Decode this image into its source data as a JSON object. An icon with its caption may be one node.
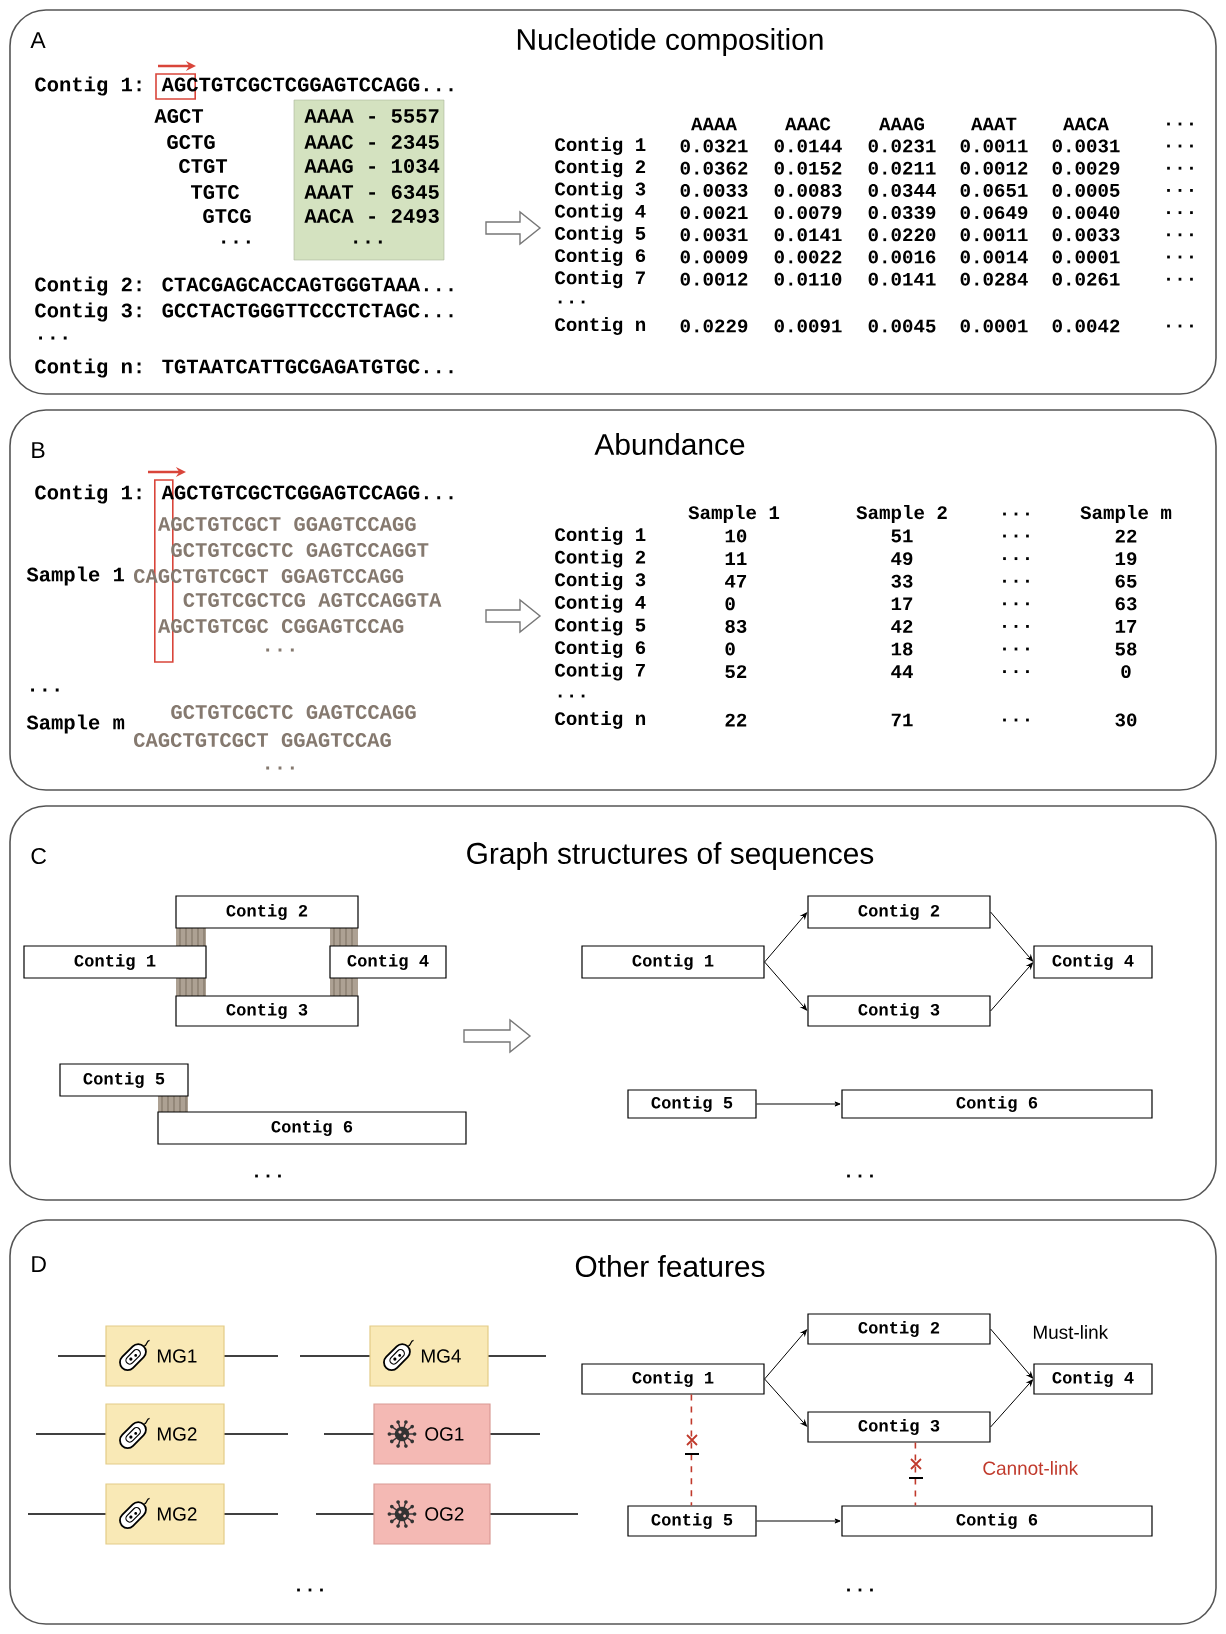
{
  "diagram": {
    "nodes": [
      {
        "text": [
          "A",
          "Nucleotide composition"
        ]
      },
      {
        "text": [
          "AAAA - 5557",
          "AAAC - 2345",
          "AAAG - 1034",
          "AAAT - 6345",
          "AACA - 2493",
          "..."
        ],
        "in": 0
      },
      {
        "text": [
          "B",
          "Abundance"
        ]
      },
      {
        "text": [
          "C",
          "Graph structures of sequences"
        ]
      },
      {
        "text": [
          "Contig 2"
        ],
        "in": 3
      },
      {
        "text": [
          "Contig 1"
        ],
        "in": 3
      },
      {
        "text": [
          "Contig 4"
        ],
        "in": 3
      },
      {
        "text": [
          "Contig 3"
        ],
        "in": 3
      },
      {
        "text": [
          "Contig 5"
        ],
        "in": 3
      },
      {
        "text": [
          "Contig 6"
        ],
        "in": 3
      },
      {
        "text": [
          "Contig 2"
        ],
        "in": 3
      },
      {
        "text": [
          "Contig 1"
        ],
        "in": 3
      },
      {
        "text": [
          "Contig 4"
        ],
        "in": 3
      },
      {
        "text": [
          "Contig 3"
        ],
        "in": 3
      },
      {
        "text": [
          "Contig 5"
        ],
        "in": 3
      },
      {
        "text": [
          "Contig 6"
        ],
        "in": 3
      },
      {
        "text": [
          "D",
          "Other features"
        ]
      },
      {
        "text": [
          "MG1"
        ],
        "in": 16
      },
      {
        "text": [
          "MG4"
        ],
        "in": 16
      },
      {
        "text": [
          "MG2"
        ],
        "in": 16
      },
      {
        "text": [
          "OG1"
        ],
        "in": 16
      },
      {
        "text": [
          "MG2"
        ],
        "in": 16
      },
      {
        "text": [
          "OG2"
        ],
        "in": 16
      },
      {
        "text": [
          "Contig 2"
        ],
        "in": 16
      },
      {
        "text": [
          "Contig 1"
        ],
        "in": 16
      },
      {
        "text": [
          "Contig 4"
        ],
        "in": 16
      },
      {
        "text": [
          "Contig 3"
        ],
        "in": 16
      },
      {
        "text": [
          "Contig 5"
        ],
        "in": 16
      },
      {
        "text": [
          "Contig 6"
        ],
        "in": 16
      }
    ],
    "edges": [
      {
        "from": 11,
        "to": 10,
        "arrow": "to"
      },
      {
        "from": 11,
        "to": 13,
        "arrow": "to"
      },
      {
        "from": 10,
        "to": 12,
        "arrow": "to"
      },
      {
        "from": 13,
        "to": 12,
        "arrow": "to"
      },
      {
        "from": 14,
        "to": 15,
        "arrow": "to"
      },
      {
        "from": 24,
        "to": 23,
        "arrow": "to"
      },
      {
        "from": 24,
        "to": 26,
        "arrow": "to"
      },
      {
        "from": 23,
        "to": 25,
        "arrow": "to"
      },
      {
        "from": 26,
        "to": 25,
        "arrow": "to"
      },
      {
        "from": 27,
        "to": 28,
        "arrow": "to"
      },
      {
        "from": 24,
        "to": 27,
        "arrow": "none",
        "style": "dashed",
        "color": "#c0392b"
      },
      {
        "from": 26,
        "to": 28,
        "arrow": "none",
        "style": "dashed",
        "color": "#c0392b"
      }
    ],
    "labels": [
      "Contig 1: AGCTGTCGCTCGGAGTCCAGG...",
      "AGCT",
      "GCTG",
      "CTGT",
      "TGTC",
      "GTCG",
      "...",
      "Contig 2: CTACGAGCACCAGTGGGTAAA...",
      "Contig 3: GCCTACTGGGTTCCCTCTAGC...",
      "...",
      "Contig n: TGTAATCATTGCGAGATGTGC...",
      "AAAA",
      "AAAC",
      "AAAG",
      "AAAT",
      "AACA",
      "...",
      "Contig 1",
      "0.0321",
      "0.0144",
      "0.0231",
      "0.0011",
      "0.0031",
      "...",
      "Contig 2",
      "0.0362",
      "0.0152",
      "0.0211",
      "0.0012",
      "0.0029",
      "...",
      "Contig 3",
      "0.0033",
      "0.0083",
      "0.0344",
      "0.0651",
      "0.0005",
      "...",
      "Contig 4",
      "0.0021",
      "0.0079",
      "0.0339",
      "0.0649",
      "0.0040",
      "...",
      "Contig 5",
      "0.0031",
      "0.0141",
      "0.0220",
      "0.0011",
      "0.0033",
      "...",
      "Contig 6",
      "0.0009",
      "0.0022",
      "0.0016",
      "0.0014",
      "0.0001",
      "...",
      "Contig 7",
      "0.0012",
      "0.0110",
      "0.0141",
      "0.0284",
      "0.0261",
      "...",
      "...",
      "Contig n",
      "0.0229",
      "0.0091",
      "0.0045",
      "0.0001",
      "0.0042",
      "...",
      "Contig 1: AGCTGTCGCTCGGAGTCCAGG...",
      "AGCTGTCGCT GGAGTCCAGG",
      "GCTGTCGCTC GAGTCCAGGT",
      "Sample 1",
      "CAGCTGTCGCT GGAGTCCAGG",
      "CTGTCGCTCG AGTCCAGGTA",
      "AGCTGTCGC CGGAGTCCAG",
      "...",
      "...",
      "Sample m",
      "GCTGTCGCTC GAGTCCAGG",
      "CAGCTGTCGCT GGAGTCCAG",
      "...",
      "Sample 1",
      "Sample 2",
      "...",
      "Sample m",
      "Contig 1",
      "10",
      "51",
      "...",
      "22",
      "Contig 2",
      "11",
      "49",
      "...",
      "19",
      "Contig 3",
      "47",
      "33",
      "...",
      "65",
      "Contig 4",
      "0",
      "17",
      "...",
      "63",
      "Contig 5",
      "83",
      "42",
      "...",
      "17",
      "Contig 6",
      "0",
      "18",
      "...",
      "58",
      "Contig 7",
      "52",
      "44",
      "...",
      "0",
      "...",
      "Contig n",
      "22",
      "71",
      "...",
      "30",
      "...",
      "...",
      "Must-link",
      "Cannot-link",
      "...",
      "..."
    ]
  }
}
